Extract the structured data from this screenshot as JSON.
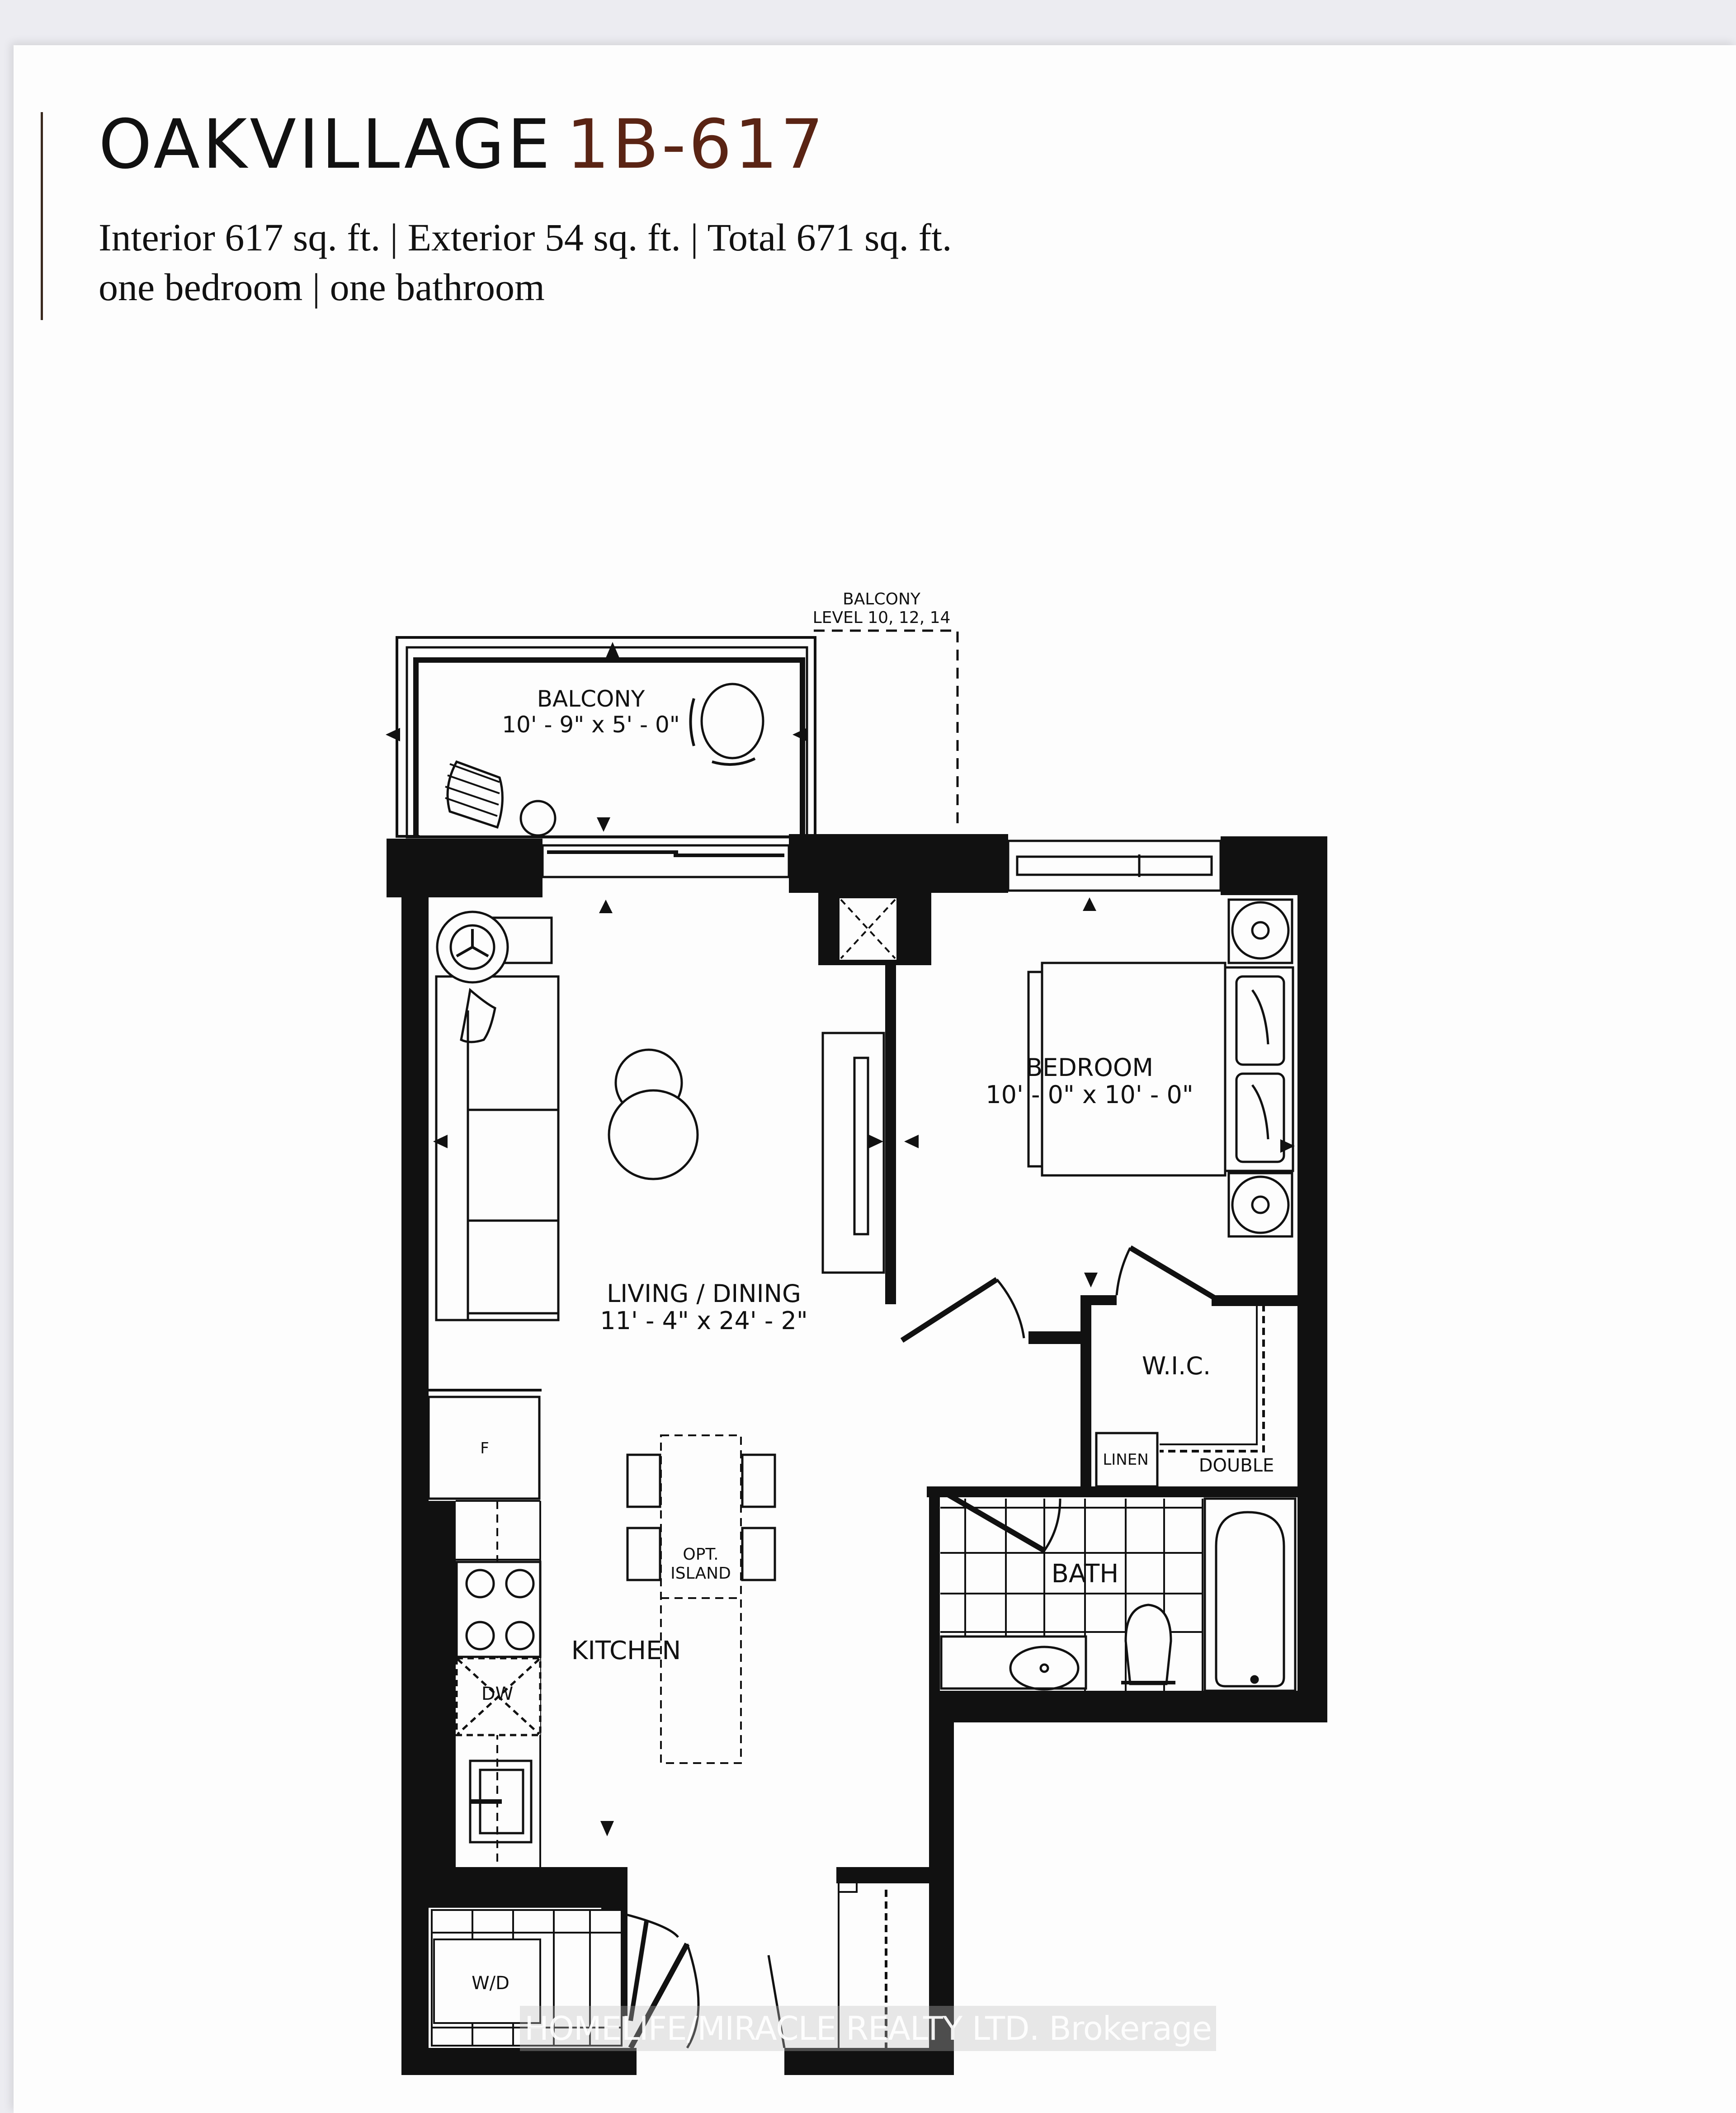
{
  "header": {
    "project": "OAKVILLAGE",
    "model": "1B-617",
    "accent_color": "#5a2414",
    "areas_line": "Interior 617 sq. ft. | Exterior 54 sq. ft. | Total 671 sq. ft.",
    "rooms_line": "one bedroom | one bathroom"
  },
  "areas": {
    "interior": "617 sq. ft.",
    "exterior": "54 sq. ft.",
    "total": "671 sq. ft.",
    "bedrooms": "one bedroom",
    "bathrooms": "one bathroom"
  },
  "plan": {
    "balcony_alt": {
      "line1": "BALCONY",
      "line2": "LEVEL 10, 12, 14"
    },
    "balcony": {
      "name": "BALCONY",
      "dims": "10' - 9\" x 5' - 0\""
    },
    "bedroom": {
      "name": "BEDROOM",
      "dims": "10' - 0\" x 10' - 0\""
    },
    "living": {
      "name": "LIVING / DINING",
      "dims": "11' - 4\" x 24' - 2\""
    },
    "kitchen": {
      "name": "KITCHEN"
    },
    "island": {
      "line1": "OPT.",
      "line2": "ISLAND"
    },
    "wic": {
      "name": "W.I.C."
    },
    "linen": {
      "name": "LINEN"
    },
    "double": {
      "name": "DOUBLE"
    },
    "bath": {
      "name": "BATH"
    },
    "fridge": {
      "name": "F"
    },
    "dishwasher": {
      "name": "DW"
    },
    "laundry": {
      "name": "W/D"
    }
  },
  "watermark": "HOMELIFE/MIRACLE REALTY LTD. Brokerage"
}
